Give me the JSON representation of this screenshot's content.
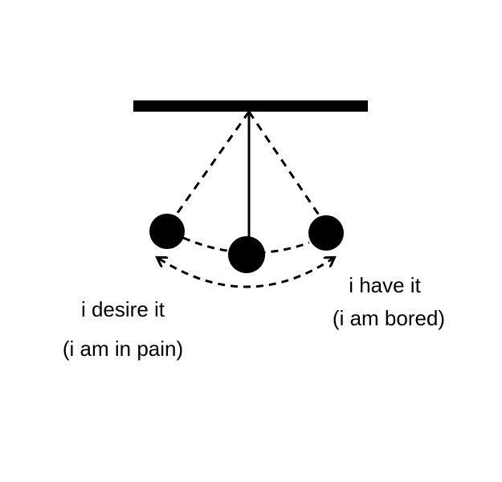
{
  "colors": {
    "ink": "#000000",
    "background": "#ffffff"
  },
  "labels": {
    "left_line1": "i desire it",
    "left_line2": "(i am in pain)",
    "right_line1": "i have it",
    "right_line2": "(i am bored)"
  }
}
